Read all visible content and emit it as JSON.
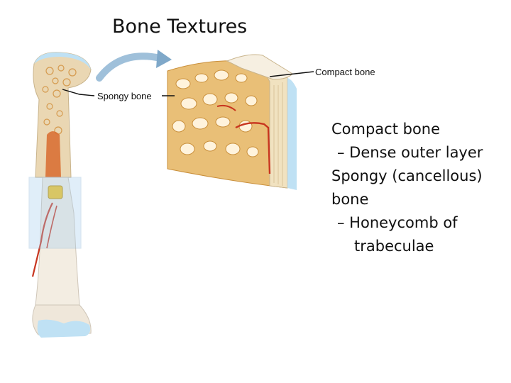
{
  "slide": {
    "title": "Bone Textures"
  },
  "figure": {
    "labels": {
      "compact": "Compact bone",
      "spongy": "Spongy bone"
    },
    "colors": {
      "bone_shell": "#f3ede2",
      "spongy": "#e2b46a",
      "marrow": "#d86b2e",
      "vessel": "#c8351f",
      "cartilage": "#bfe1f4",
      "arrow": "#7fa8c9"
    }
  },
  "bullets": {
    "item1": "Compact bone",
    "item1_sub": "– Dense outer layer",
    "item2_line1": "Spongy (cancellous)",
    "item2_line2": "bone",
    "item2_sub_line1": "– Honeycomb of",
    "item2_sub_line2": "trabeculae"
  }
}
